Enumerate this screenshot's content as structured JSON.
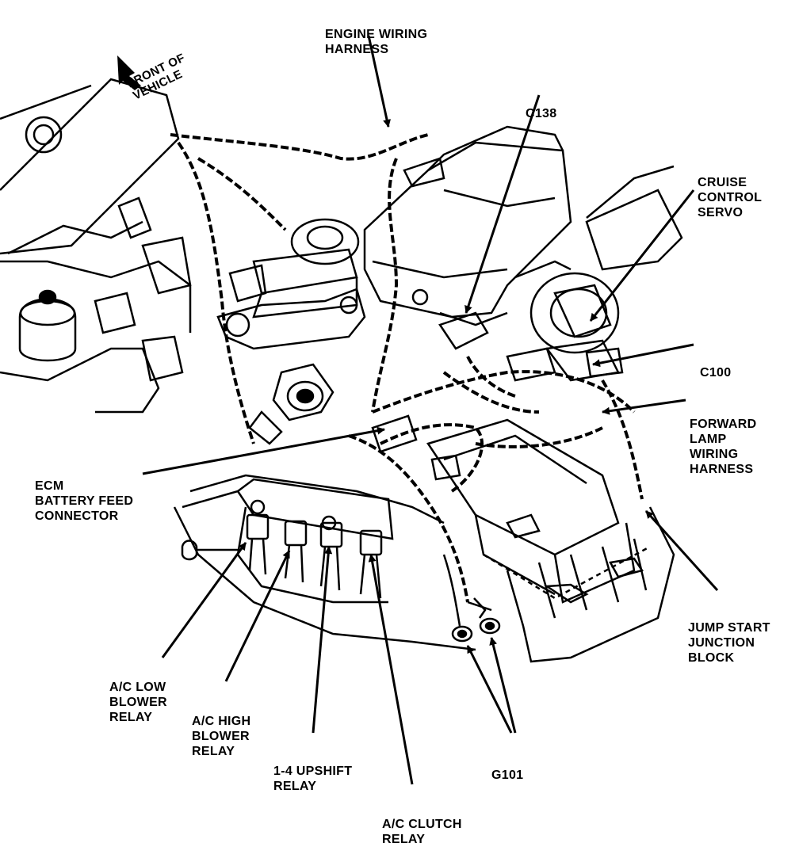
{
  "labels": {
    "front_of_vehicle": [
      "FRONT OF",
      "VEHICLE"
    ],
    "engine_wiring_harness": [
      "ENGINE WIRING",
      "HARNESS"
    ],
    "c138": [
      "C138"
    ],
    "cruise_control_servo": [
      "CRUISE",
      "CONTROL",
      "SERVO"
    ],
    "c100": [
      "C100"
    ],
    "forward_lamp_wiring_harness": [
      "FORWARD",
      "LAMP",
      "WIRING",
      "HARNESS"
    ],
    "ecm_battery_feed_connector": [
      "ECM",
      "BATTERY FEED",
      "CONNECTOR"
    ],
    "jump_start_junction_block": [
      "JUMP START",
      "JUNCTION",
      "BLOCK"
    ],
    "ac_low_blower_relay": [
      "A/C LOW",
      "BLOWER",
      "RELAY"
    ],
    "ac_high_blower_relay": [
      "A/C HIGH",
      "BLOWER",
      "RELAY"
    ],
    "upshift_relay": [
      "1-4 UPSHIFT",
      "RELAY"
    ],
    "ac_clutch_relay": [
      "A/C CLUTCH",
      "RELAY"
    ],
    "g101": [
      "G101"
    ]
  },
  "colors": {
    "ink": "#000000",
    "paper": "#ffffff"
  }
}
